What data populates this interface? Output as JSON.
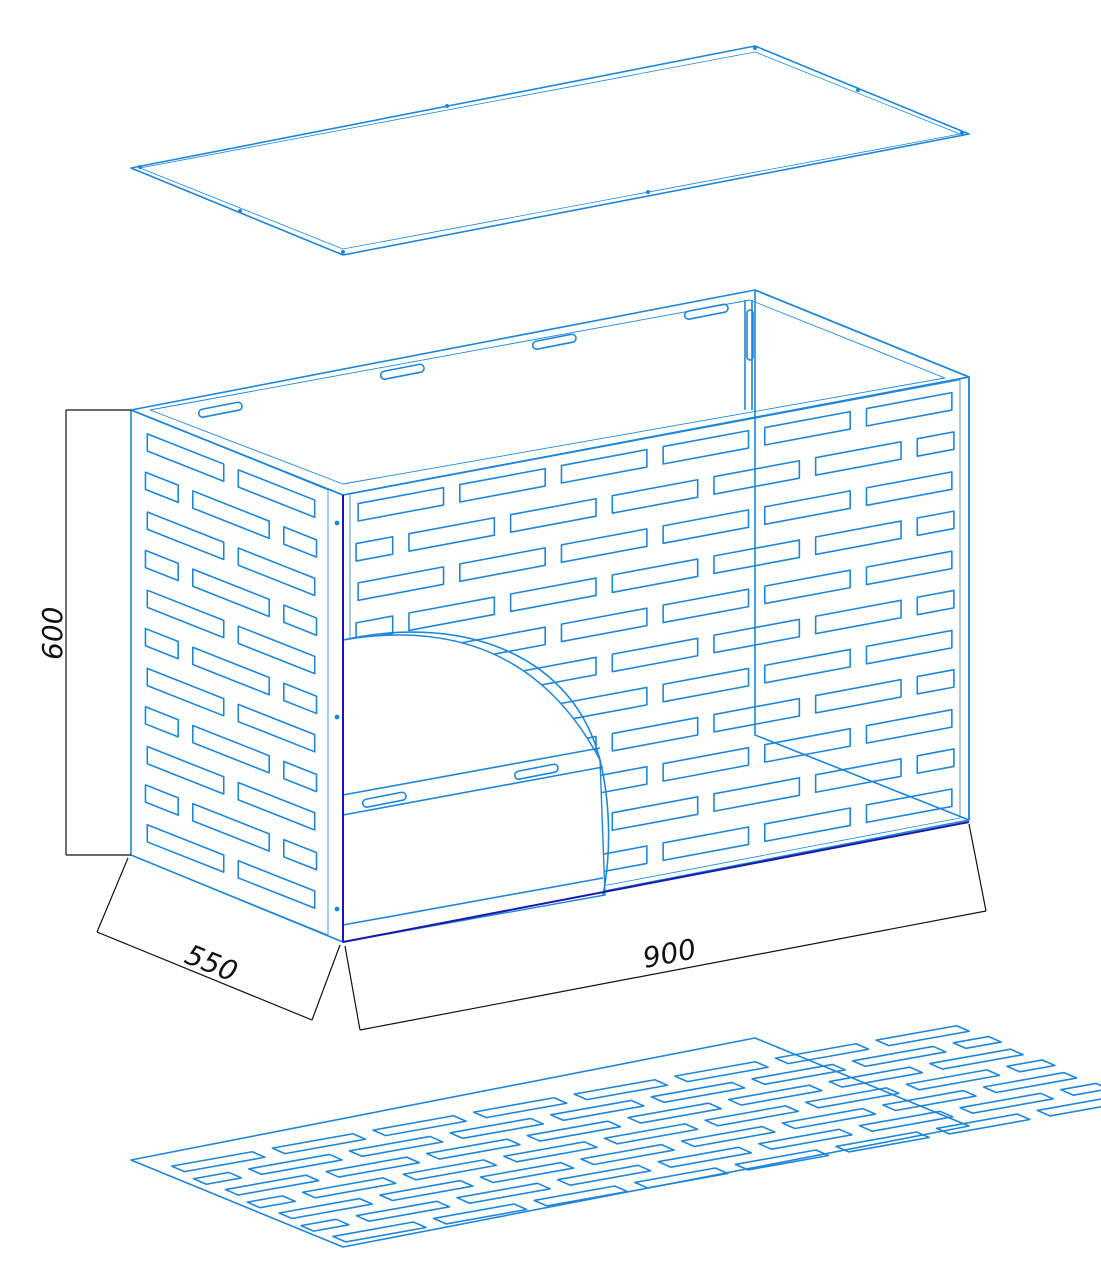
{
  "dimensions": {
    "height": "600",
    "depth": "550",
    "width": "900"
  },
  "colors": {
    "line": "#1f86d6",
    "edge": "#1a1aa8",
    "dimension": "#111111",
    "background": "#ffffff"
  }
}
